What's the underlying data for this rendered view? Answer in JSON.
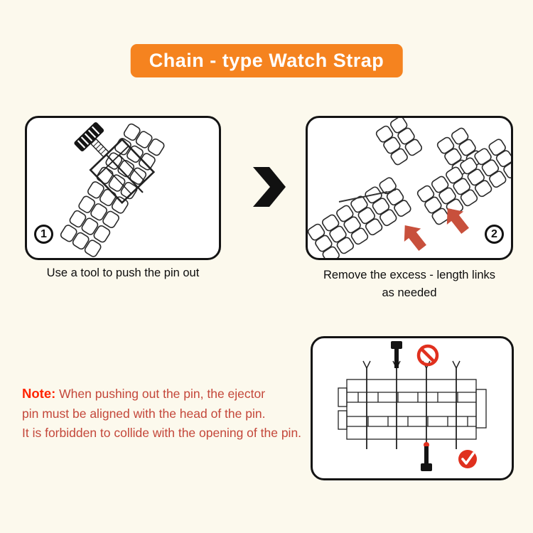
{
  "title": "Chain - type Watch Strap",
  "steps": [
    {
      "number": "1",
      "caption_lines": [
        "Use a tool to push the pin out"
      ]
    },
    {
      "number": "2",
      "caption_lines": [
        "Remove the excess - length links",
        "as needed"
      ]
    }
  ],
  "note": {
    "label": "Note:",
    "lines": [
      "When pushing out the pin, the ejector",
      "pin must be aligned with the head of the pin.",
      "It is forbidden to collide with the opening of the pin."
    ]
  },
  "icons": {
    "next_step_arrow": "chevron-right",
    "prohibition": "no-symbol",
    "confirmation": "check-circle",
    "direction_arrows": "red-arrow"
  },
  "colors": {
    "background": "#FCF9ED",
    "banner": "#F5831F",
    "banner_text": "#FFFFFF",
    "panel_border": "#141414",
    "note_label": "#FF2400",
    "note_text": "#C4473A",
    "accent_red": "#C8503C",
    "symbol_red": "#E0301E"
  }
}
